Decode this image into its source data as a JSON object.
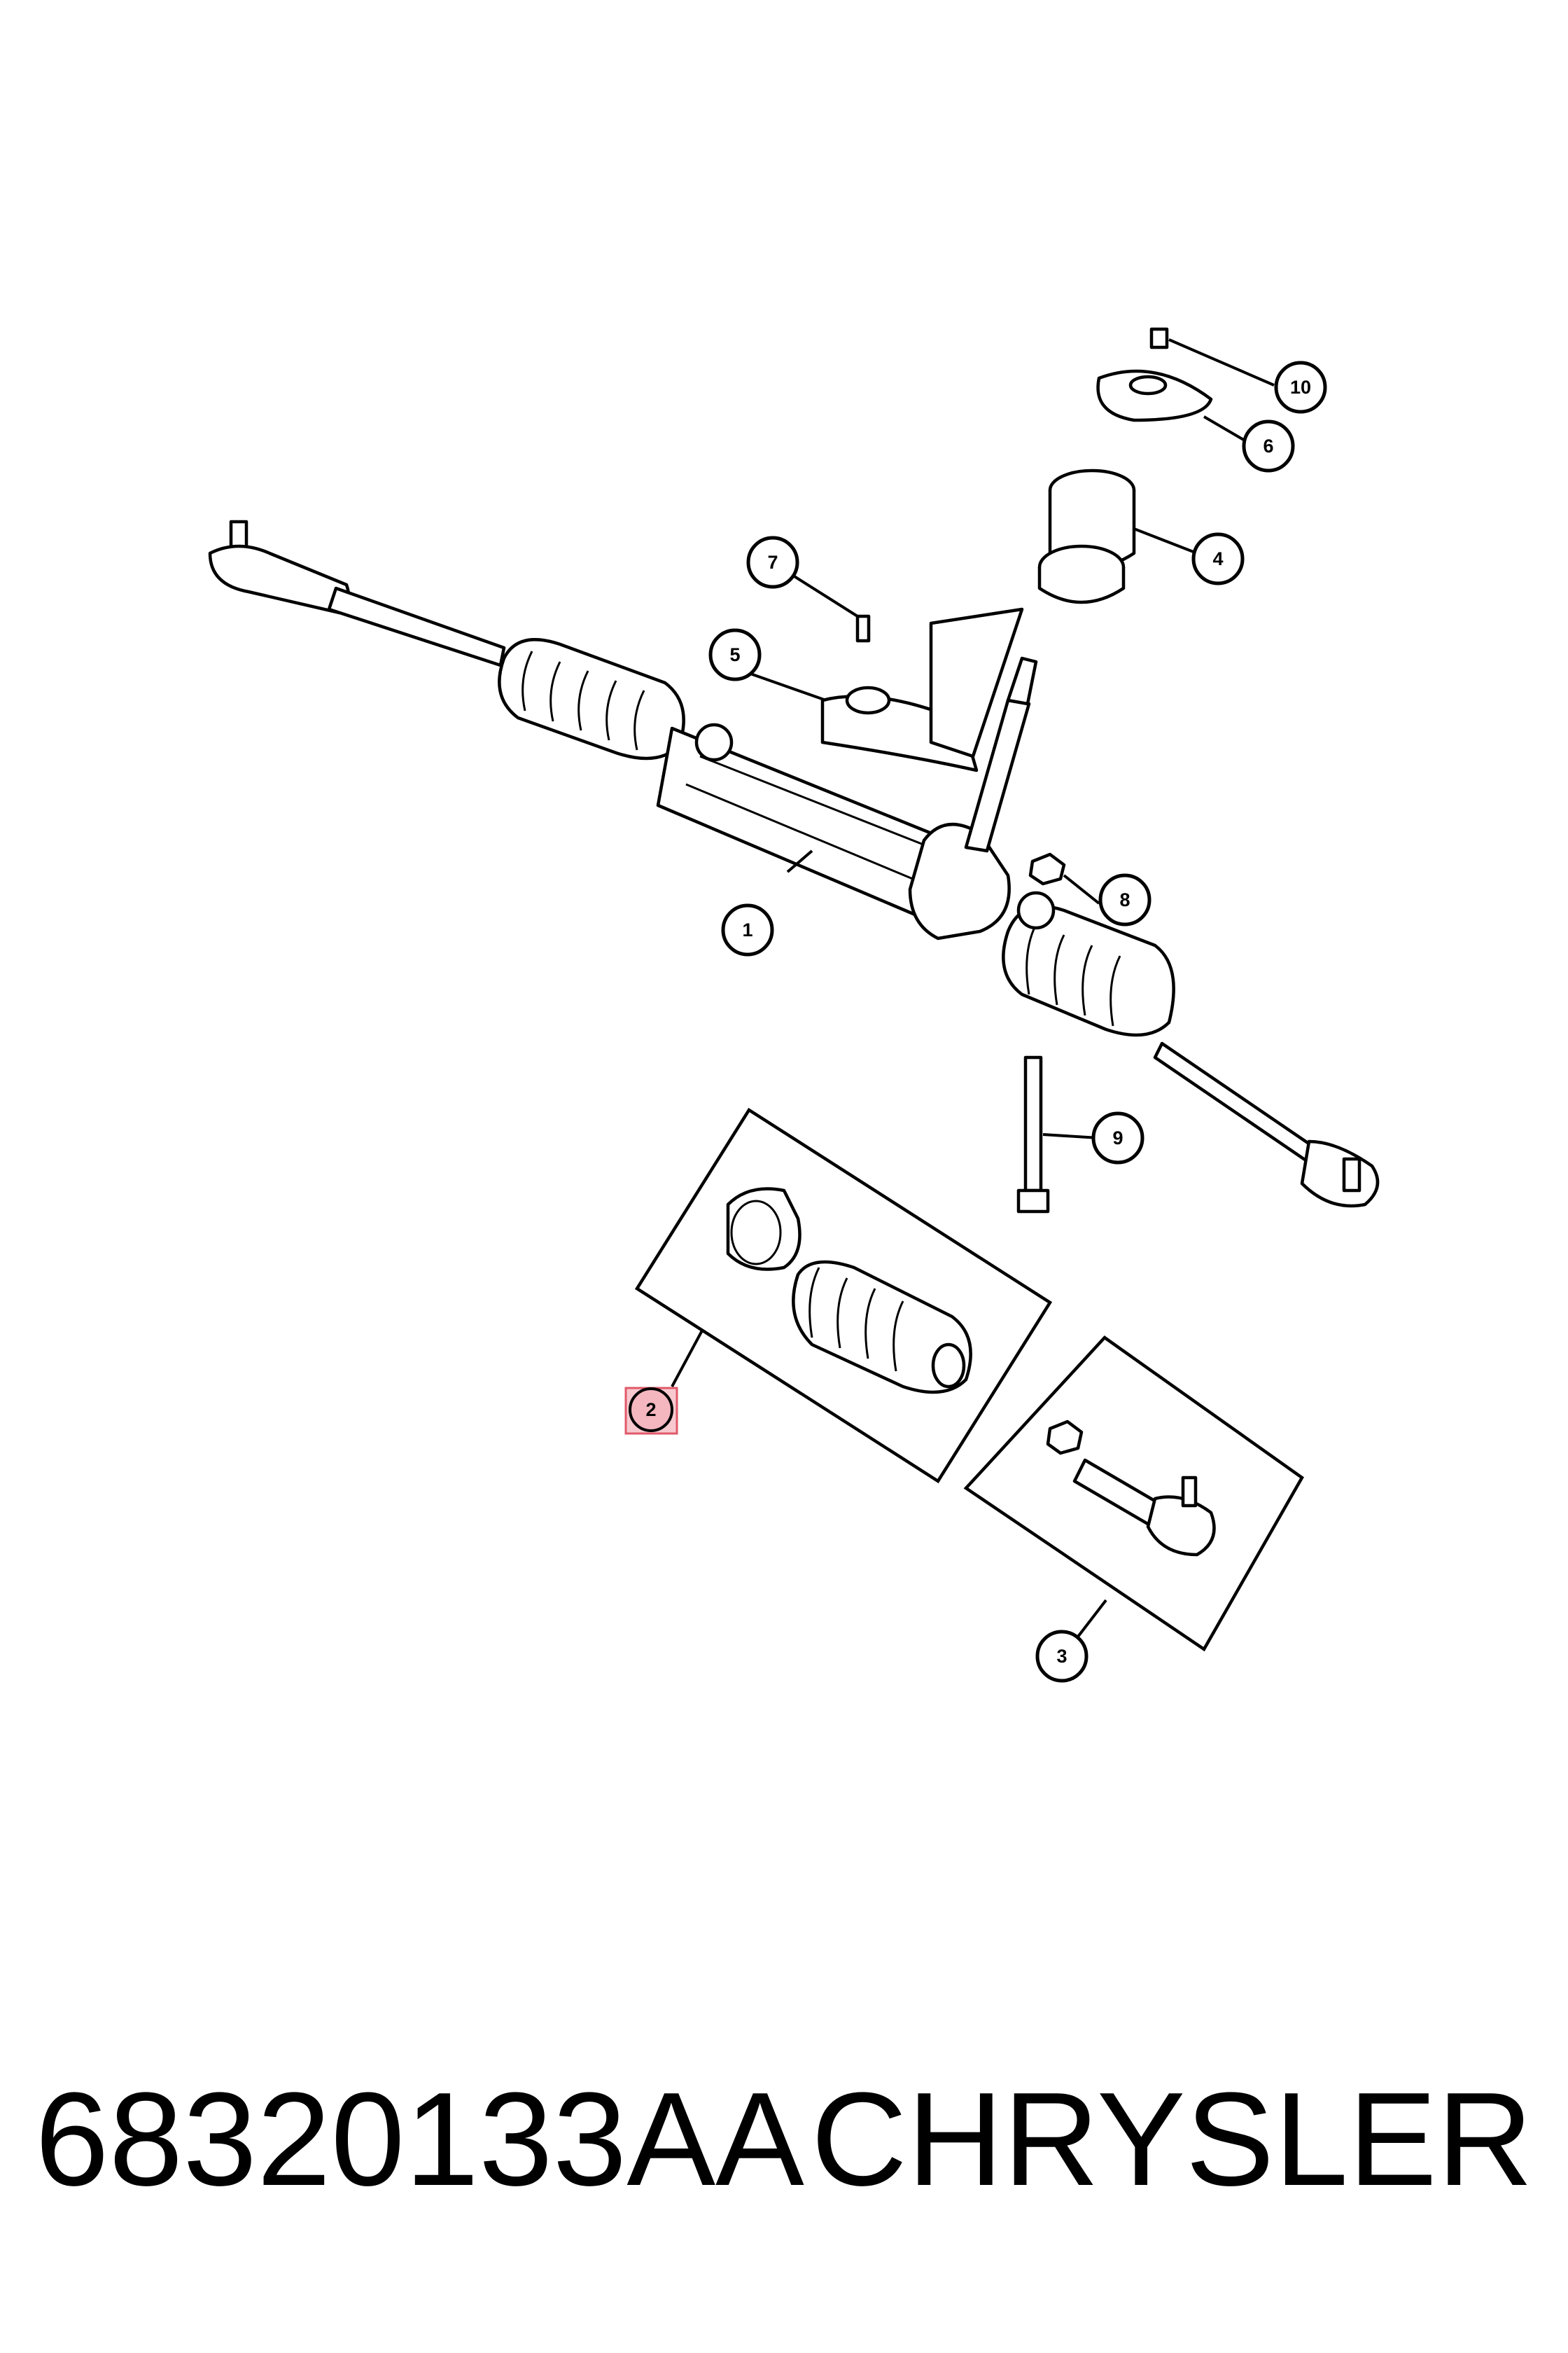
{
  "callouts": [
    "1",
    "2",
    "3",
    "4",
    "5",
    "6",
    "7",
    "8",
    "9",
    "10"
  ],
  "highlighted_callout": "2",
  "highlight_color": "#e05a6a",
  "caption": {
    "part_number": "68320133AA",
    "brand": "CHRYSLER"
  }
}
